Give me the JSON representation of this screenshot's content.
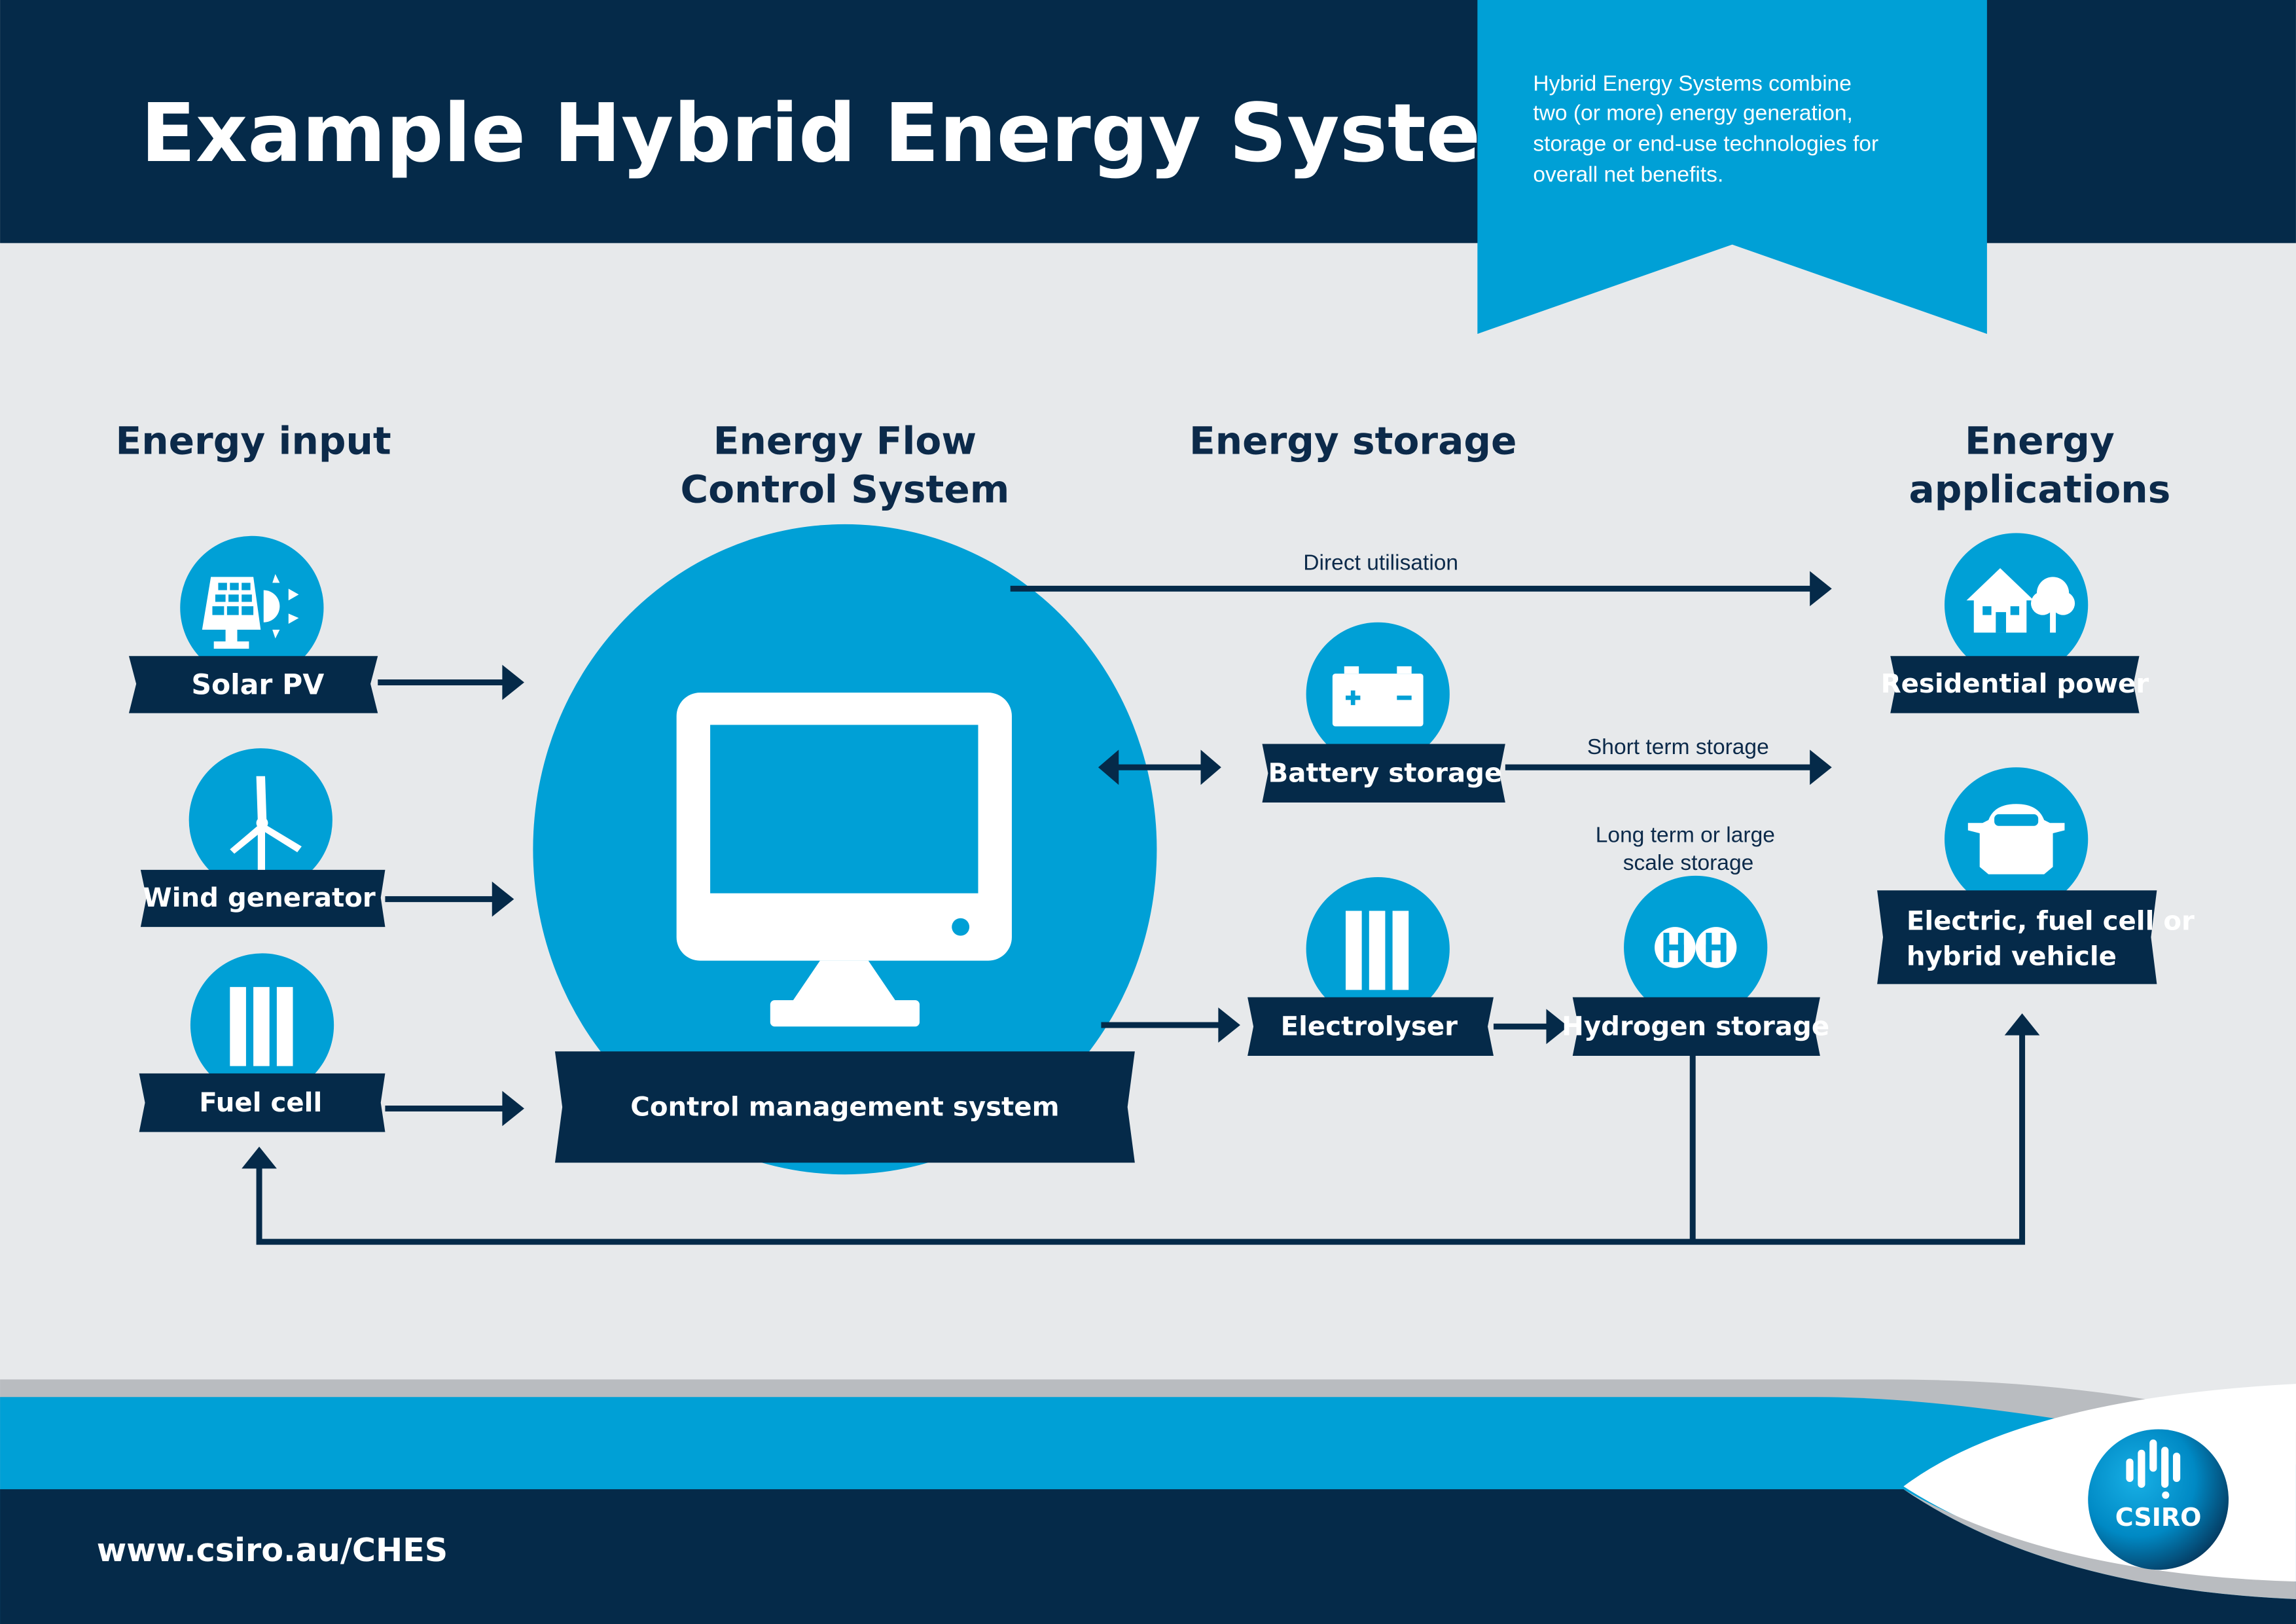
{
  "header": {
    "title": "Example Hybrid Energy System",
    "intro_lines": [
      "Hybrid Energy Systems combine",
      "two (or more) energy generation,",
      "storage or end-use technologies for",
      "overall net benefits."
    ]
  },
  "columns": {
    "input": "Energy input",
    "control_l1": "Energy Flow",
    "control_l2": "Control System",
    "storage": "Energy storage",
    "apps_l1": "Energy",
    "apps_l2": "applications"
  },
  "inputs": [
    {
      "label": "Solar PV",
      "icon": "solar-panel-icon"
    },
    {
      "label": "Wind generator",
      "icon": "wind-turbine-icon"
    },
    {
      "label": "Fuel cell",
      "icon": "fuel-cell-icon"
    }
  ],
  "control": {
    "label": "Control management system",
    "icon": "computer-monitor-icon"
  },
  "storage": {
    "battery": "Battery storage",
    "electrolyser": "Electrolyser",
    "hydrogen": "Hydrogen storage"
  },
  "applications": {
    "residential": "Residential power",
    "vehicle_l1": "Electric, fuel cell or",
    "vehicle_l2": "hybrid vehicle"
  },
  "flows": {
    "direct": "Direct utilisation",
    "short": "Short term storage",
    "long_l1": "Long term or large",
    "long_l2": "scale storage"
  },
  "footer": {
    "url": "www.csiro.au/CHES",
    "logo": "CSIRO"
  },
  "colors": {
    "navy": "#052a49",
    "blue": "#00a0d6",
    "background": "#e7e9eb"
  }
}
